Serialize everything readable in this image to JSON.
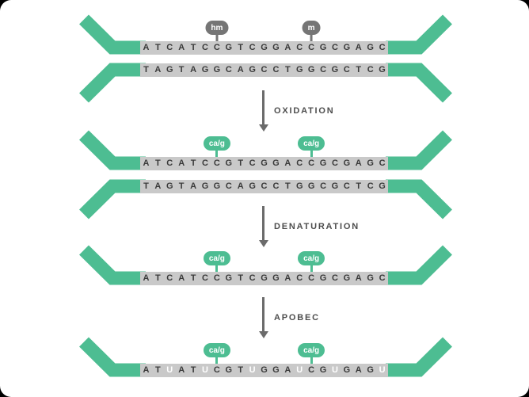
{
  "colors": {
    "green": "#4dbd92",
    "bar-gray": "#c9c9c9",
    "badge-gray": "#757575",
    "letter-dark": "#3a3a3a",
    "letter-white": "#ffffff",
    "arrow-gray": "#6b6b6b",
    "label-gray": "#4d4d4d",
    "card-bg": "#ffffff"
  },
  "arrows": [
    {
      "label": "OXIDATION"
    },
    {
      "label": "DENATURATION"
    },
    {
      "label": "APOBEC"
    }
  ],
  "strands": [
    {
      "id": "duplex1-top",
      "sequence": "ATCATCCGTCGGACCGCGAGC",
      "white_indices": [],
      "badges": [
        {
          "label": "hm",
          "style": "gray",
          "anchor_index": 6
        },
        {
          "label": "m",
          "style": "gray",
          "anchor_index": 14
        }
      ]
    },
    {
      "id": "duplex1-bottom",
      "sequence": "TAGTAGGCAGCCTGGCGCTCG",
      "white_indices": [],
      "badges": []
    },
    {
      "id": "duplex2-top",
      "sequence": "ATCATCCGTCGGACCGCGAGC",
      "white_indices": [],
      "badges": [
        {
          "label": "ca/g",
          "style": "green",
          "anchor_index": 6
        },
        {
          "label": "ca/g",
          "style": "green",
          "anchor_index": 14
        }
      ]
    },
    {
      "id": "duplex2-bottom",
      "sequence": "TAGTAGGCAGCCTGGCGCTCG",
      "white_indices": [],
      "badges": []
    },
    {
      "id": "denatured-single-strand",
      "sequence": "ATCATCCGTCGGACCGCGAGC",
      "white_indices": [],
      "badges": [
        {
          "label": "ca/g",
          "style": "green",
          "anchor_index": 6
        },
        {
          "label": "ca/g",
          "style": "green",
          "anchor_index": 14
        }
      ]
    },
    {
      "id": "apobec-converted-strand",
      "sequence": "ATUATUCGTUGGAUCGUGAGU",
      "white_indices": [
        2,
        5,
        9,
        13,
        16,
        20
      ],
      "badges": [
        {
          "label": "ca/g",
          "style": "green",
          "anchor_index": 6
        },
        {
          "label": "ca/g",
          "style": "green",
          "anchor_index": 14
        }
      ]
    }
  ]
}
